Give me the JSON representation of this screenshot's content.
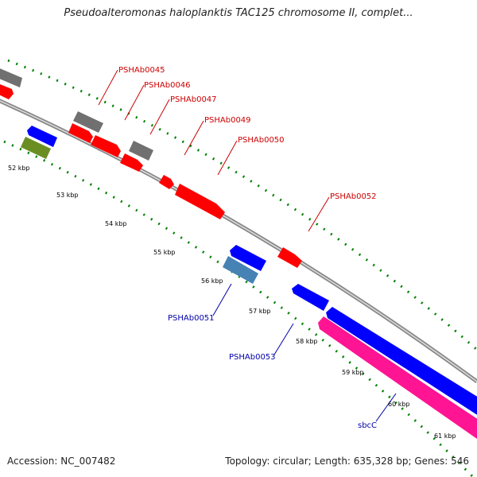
{
  "header": {
    "title": "Pseudoalteromonas haloplanktis TAC125 chromosome II, complet..."
  },
  "footer": {
    "accession": "Accession: NC_007482",
    "summary": "Topology: circular; Length: 635,328 bp; Genes: 546"
  },
  "map": {
    "ticks": [
      "52 kbp",
      "53 kbp",
      "54 kbp",
      "55 kbp",
      "56 kbp",
      "57 kbp",
      "58 kbp",
      "59 kbp",
      "60 kbp",
      "61 kbp"
    ],
    "labels_forward": [
      "PSHAb0045",
      "PSHAb0046",
      "PSHAb0047",
      "PSHAb0049",
      "PSHAb0050",
      "PSHAb0052"
    ],
    "labels_reverse": [
      "PSHAb0051",
      "PSHAb0053",
      "sbcC"
    ]
  },
  "colors": {
    "forward_cds": "#ff0000",
    "reverse_cds": "#0000ff",
    "trna_gray": "#707070",
    "other_green": "#6b8e23",
    "steelblue": "#4682b4",
    "magenta": "#ff1493",
    "tick_green": "#008000",
    "backbone": "#888888",
    "label_red": "#cc0000",
    "label_blue": "#0000aa"
  }
}
